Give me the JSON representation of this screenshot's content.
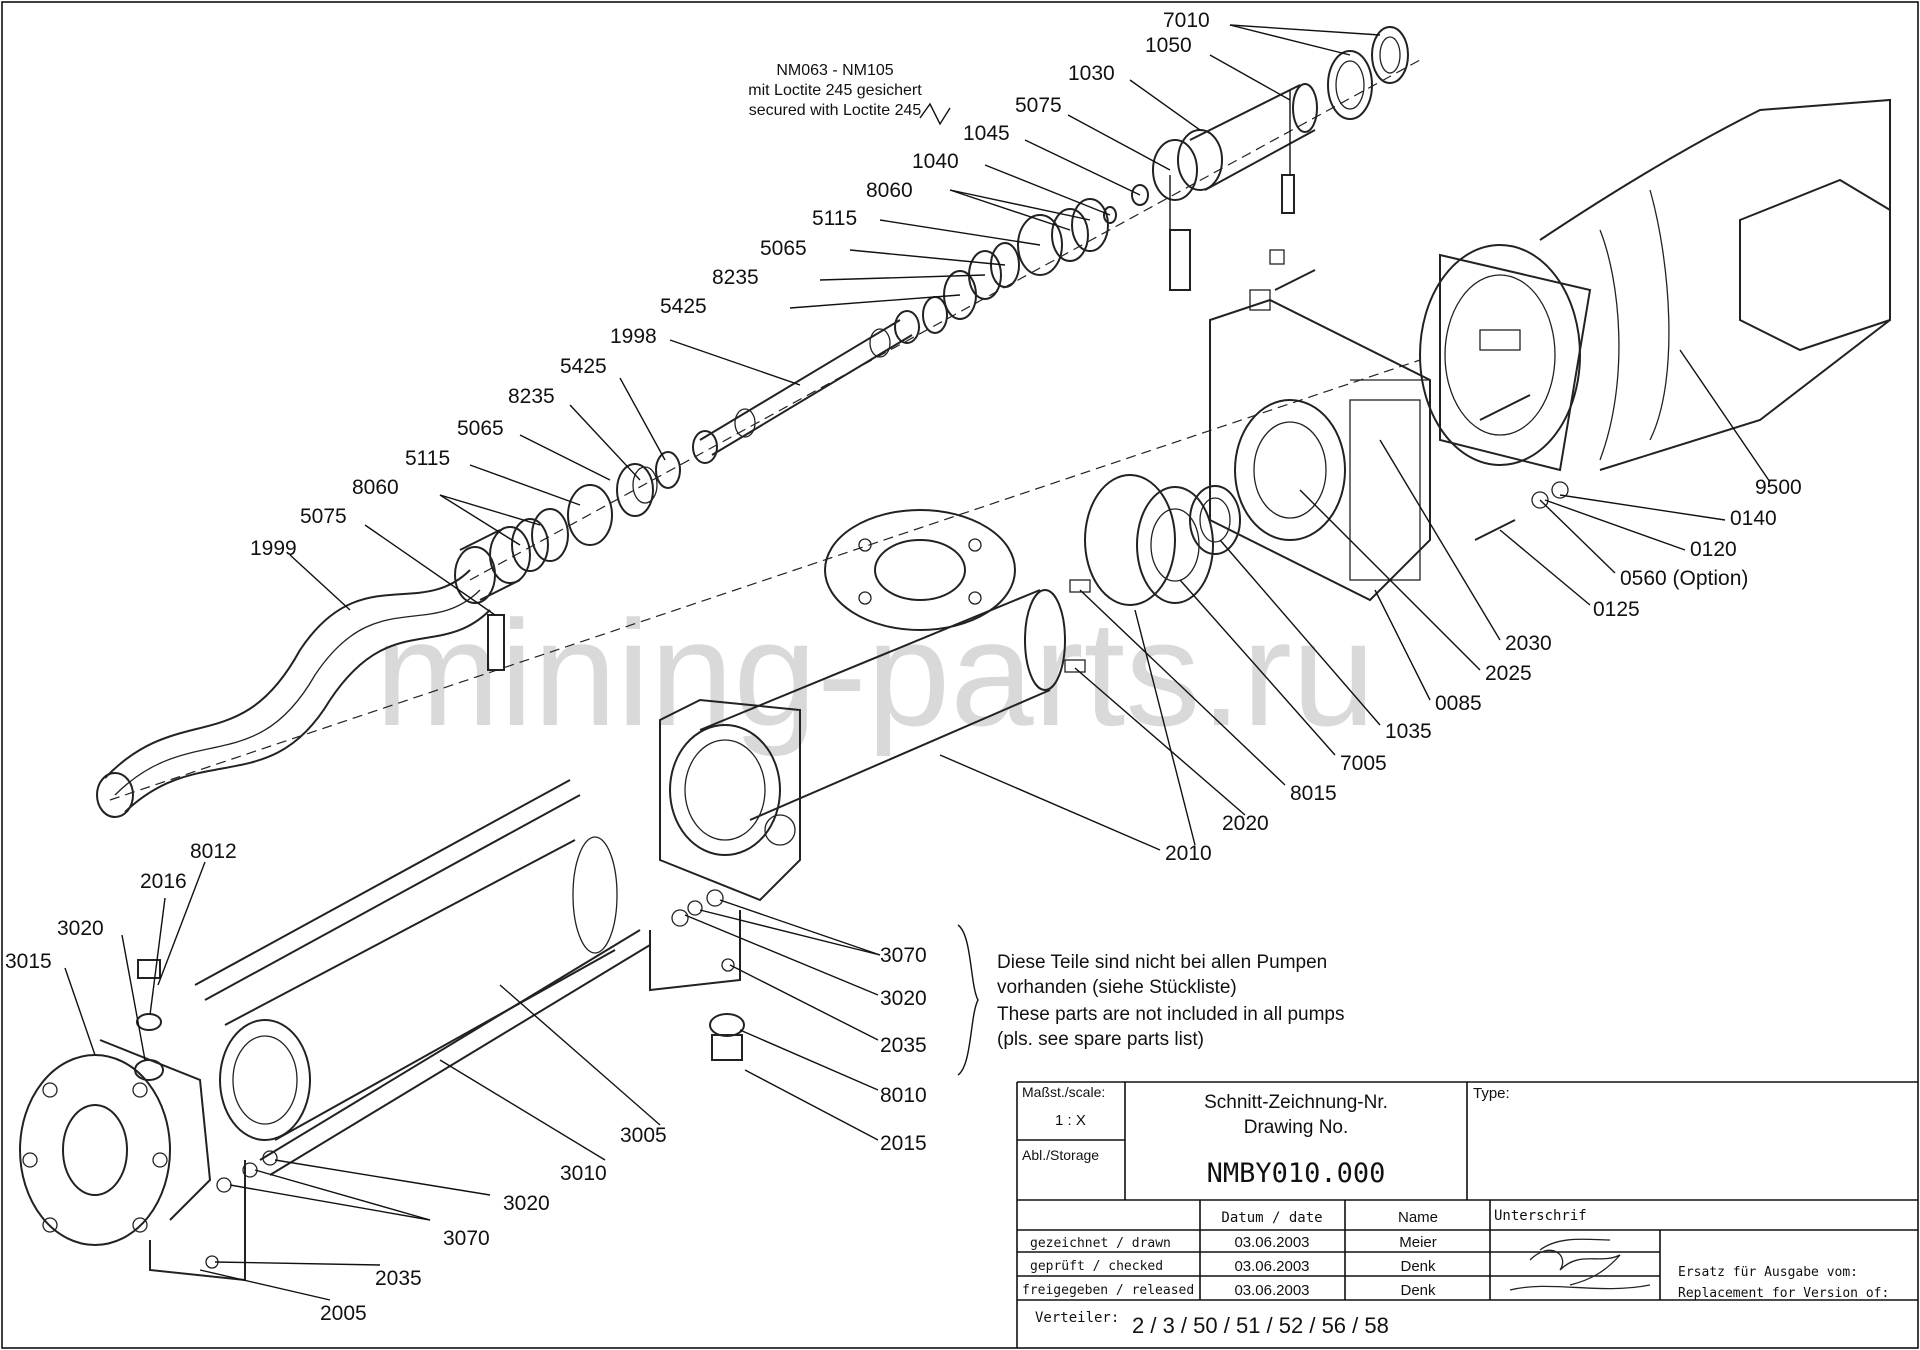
{
  "watermark": "mining-parts.ru",
  "notes": {
    "loctite": [
      "NM063  -  NM105",
      "mit Loctite 245 gesichert",
      "secured with Loctite 245"
    ],
    "optional_parts": [
      "Diese Teile sind nicht bei allen Pumpen",
      "vorhanden (siehe Stückliste)",
      "These parts are not included in all pumps",
      "(pls. see spare parts list)"
    ]
  },
  "part_labels": [
    "7010",
    "1050",
    "1030",
    "5075",
    "1045",
    "1040",
    "8060",
    "5115",
    "5065",
    "8235",
    "5425",
    "1998",
    "5425",
    "8235",
    "5065",
    "5115",
    "8060",
    "5075",
    "1999",
    "9500",
    "0140",
    "0120",
    "0560  (Option)",
    "0125",
    "2030",
    "2025",
    "0085",
    "1035",
    "7005",
    "8015",
    "2020",
    "2010",
    "8012",
    "2016",
    "3020",
    "3015",
    "3070",
    "3020",
    "2035",
    "8010",
    "2015",
    "3005",
    "3010",
    "3020",
    "3070",
    "2035",
    "2005"
  ],
  "title_block": {
    "scale_label": "Maßst./scale:",
    "scale_value": "1 : X",
    "storage_label": "Abl./Storage",
    "drawing_no_title_de": "Schnitt-Zeichnung-Nr.",
    "drawing_no_title_en": "Drawing No.",
    "drawing_no": "NMBY010.000",
    "type_label": "Type:",
    "col_date": "Datum  /  date",
    "col_name": "Name",
    "col_signature": "Unterschrif",
    "rows": [
      {
        "label": "gezeichnet / drawn",
        "date": "03.06.2003",
        "name": "Meier"
      },
      {
        "label": "geprüft / checked",
        "date": "03.06.2003",
        "name": "Denk"
      },
      {
        "label": "freigegeben / released",
        "date": "03.06.2003",
        "name": "Denk"
      }
    ],
    "replacement_de": "Ersatz für Ausgabe vom:",
    "replacement_en": "Replacement for Version of:",
    "distribution_label": "Verteiler:",
    "distribution_value": "2 / 3 / 50 / 51 / 52 / 56 / 58"
  }
}
